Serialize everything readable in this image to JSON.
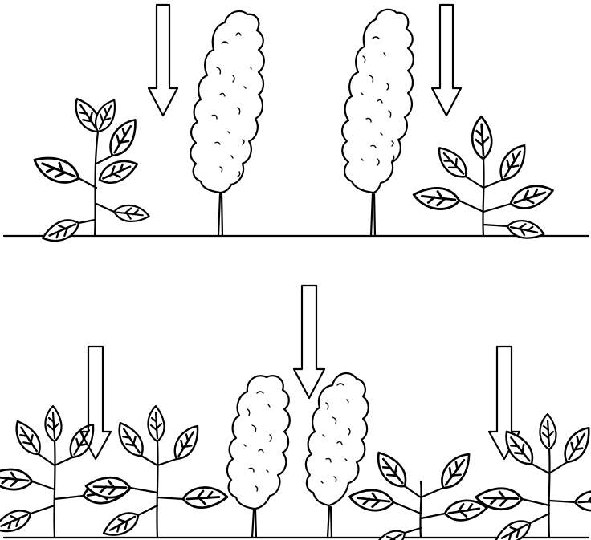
{
  "title": "",
  "colors": {
    "ink": "#000000",
    "background": "#ffffff"
  },
  "panels": [
    {
      "id": "top",
      "items": [
        {
          "kind": "bean-plant",
          "icon": "leafy-plant"
        },
        {
          "kind": "arrow-down",
          "icon": "down-arrow"
        },
        {
          "kind": "tall-crop",
          "icon": "columnar-tree"
        },
        {
          "kind": "tall-crop",
          "icon": "columnar-tree"
        },
        {
          "kind": "arrow-down",
          "icon": "down-arrow"
        },
        {
          "kind": "bean-plant",
          "icon": "leafy-plant"
        }
      ]
    },
    {
      "id": "bottom",
      "items": [
        {
          "kind": "bean-plant",
          "icon": "leafy-plant"
        },
        {
          "kind": "arrow-down",
          "icon": "down-arrow"
        },
        {
          "kind": "bean-plant",
          "icon": "leafy-plant"
        },
        {
          "kind": "tall-crop",
          "icon": "columnar-tree"
        },
        {
          "kind": "arrow-down",
          "icon": "down-arrow"
        },
        {
          "kind": "tall-crop",
          "icon": "columnar-tree"
        },
        {
          "kind": "bean-plant",
          "icon": "leafy-plant"
        },
        {
          "kind": "arrow-down",
          "icon": "down-arrow"
        },
        {
          "kind": "bean-plant",
          "icon": "leafy-plant"
        }
      ]
    }
  ]
}
